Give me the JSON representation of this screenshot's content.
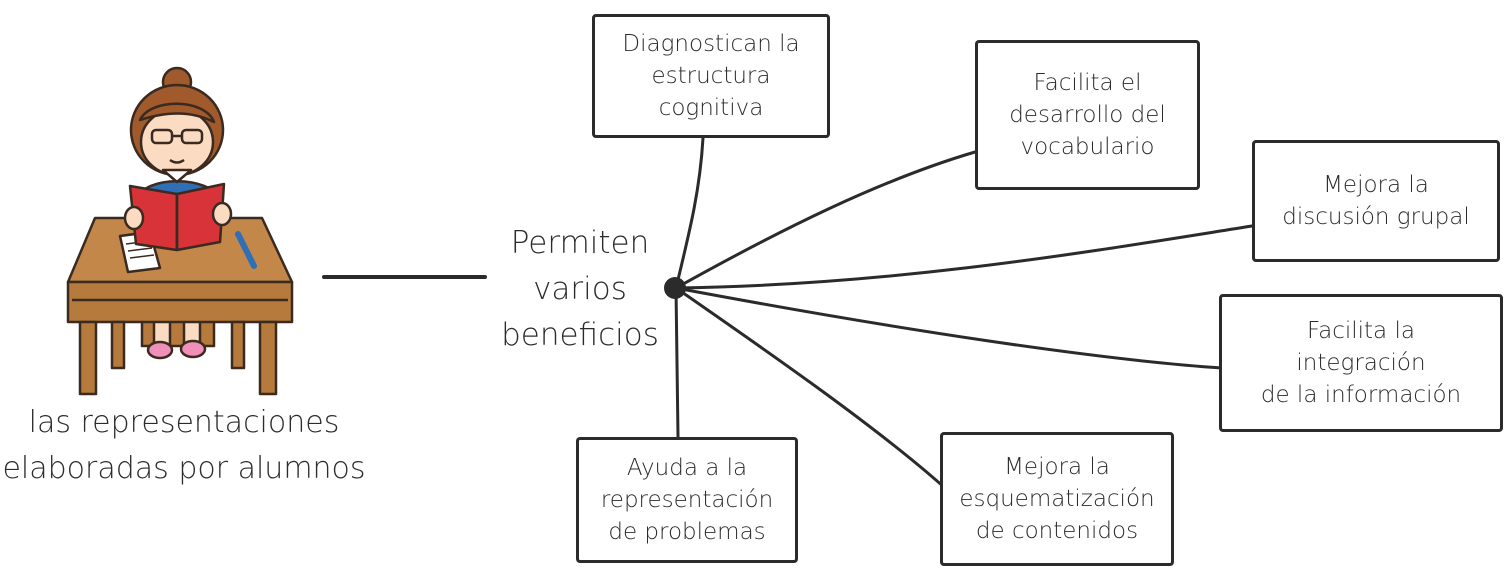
{
  "subject": {
    "label": "las representaciones\nelaboradas por alumnos",
    "illustration": "girl-reading-at-desk"
  },
  "center": {
    "label": "Permiten\nvarios\nbeneficios"
  },
  "benefits": [
    {
      "id": "diagnostican",
      "text": "Diagnostican la\nestructura\ncognitiva"
    },
    {
      "id": "vocabulario",
      "text": "Facilita el\ndesarrollo del\nvocabulario"
    },
    {
      "id": "discusion",
      "text": "Mejora la\ndiscusión grupal"
    },
    {
      "id": "integracion",
      "text": "Facilita la\nintegración\nde la información"
    },
    {
      "id": "esquematizacion",
      "text": "Mejora la\nesquematización\nde contenidos"
    },
    {
      "id": "problemas",
      "text": "Ayuda a la\nrepresentación\nde problemas"
    }
  ],
  "colors": {
    "ink": "#2b2b2b",
    "book": "#d9333a",
    "desk": "#b57a3c",
    "hair": "#a05a2c",
    "shirt": "#2e6fb5",
    "shoes": "#f08fb8",
    "skin": "#fbdcc3"
  }
}
